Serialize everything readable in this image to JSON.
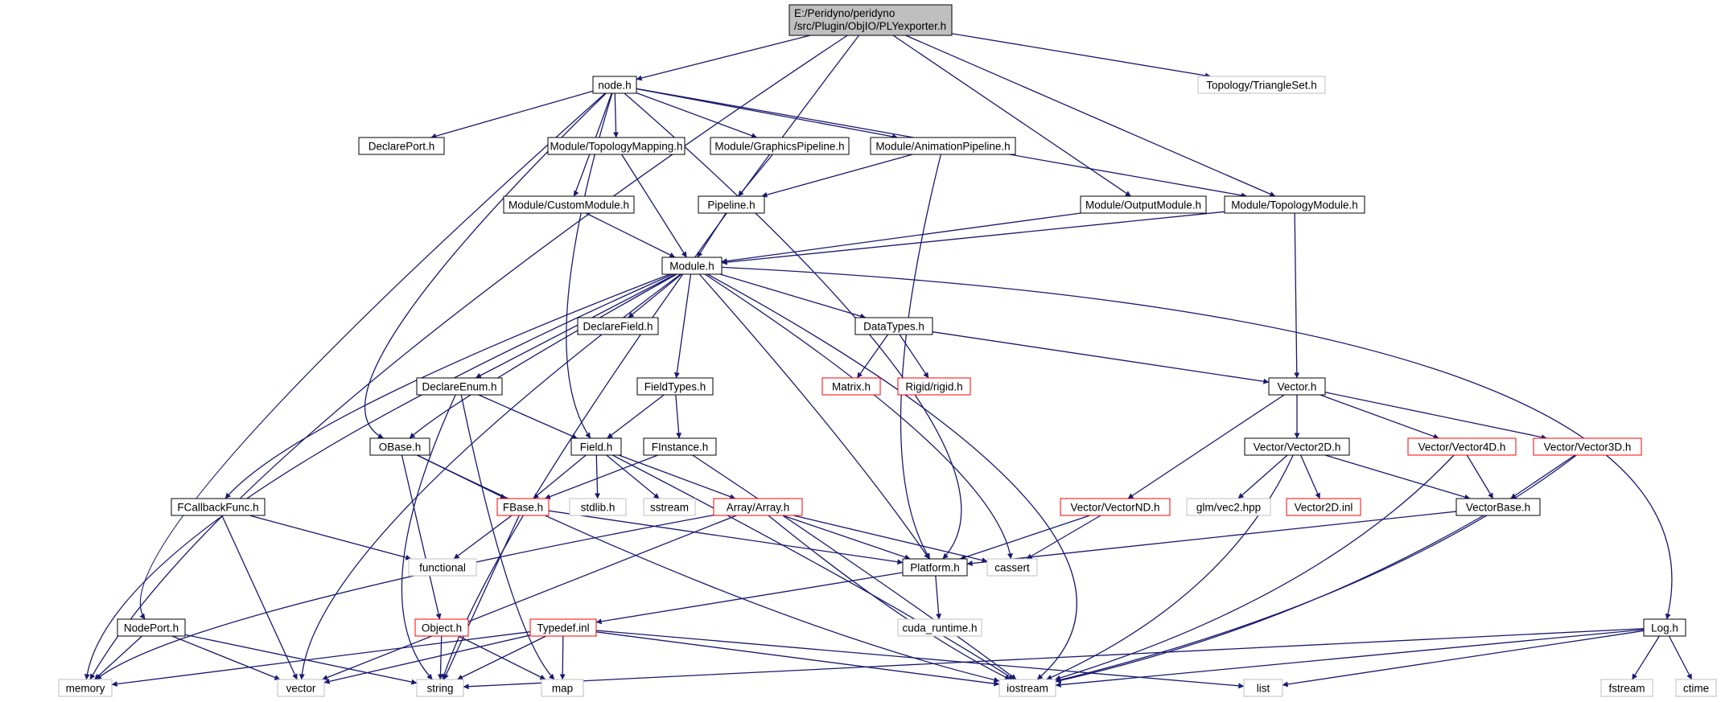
{
  "nodes": {
    "root": "E:/Peridyno/peridyno\n/src/Plugin/ObjIO/PLYexporter.h",
    "node_h": "node.h",
    "topology_triangleset": "Topology/TriangleSet.h",
    "declareport": "DeclarePort.h",
    "topologymapping": "Module/TopologyMapping.h",
    "graphicspipeline": "Module/GraphicsPipeline.h",
    "animationpipeline": "Module/AnimationPipeline.h",
    "custommodule": "Module/CustomModule.h",
    "pipeline": "Pipeline.h",
    "outputmodule": "Module/OutputModule.h",
    "topologymodule": "Module/TopologyModule.h",
    "module": "Module.h",
    "declarefield": "DeclareField.h",
    "datatypes": "DataTypes.h",
    "matrix": "Matrix.h",
    "rigid": "Rigid/rigid.h",
    "declareenum": "DeclareEnum.h",
    "fieldtypes": "FieldTypes.h",
    "vector": "Vector.h",
    "obase": "OBase.h",
    "field": "Field.h",
    "finstance": "FInstance.h",
    "vector2d": "Vector/Vector2D.h",
    "vector4d": "Vector/Vector4D.h",
    "vector3d": "Vector/Vector3D.h",
    "fcallbackfunc": "FCallbackFunc.h",
    "fbase": "FBase.h",
    "stdlib": "stdlib.h",
    "sstream": "sstream",
    "array": "Array/Array.h",
    "vectornd": "Vector/VectorND.h",
    "glmvec2": "glm/vec2.hpp",
    "vector2dinl": "Vector2D.inl",
    "vectorbase": "VectorBase.h",
    "functional": "functional",
    "platform": "Platform.h",
    "cassert": "cassert",
    "cudaruntime": "cuda_runtime.h",
    "nodeport": "NodePort.h",
    "object": "Object.h",
    "typedef": "Typedef.inl",
    "log": "Log.h",
    "memory": "memory",
    "vec": "vector",
    "string": "string",
    "map": "map",
    "iostream": "iostream",
    "list": "list",
    "fstream": "fstream",
    "ctime": "ctime"
  },
  "colors": {
    "edge": "#191970",
    "border_normal": "#000000",
    "border_incomplete": "#ff0000",
    "border_external": "#bfbfbf",
    "root_fill": "#bfbfbf",
    "fill": "#ffffff"
  }
}
